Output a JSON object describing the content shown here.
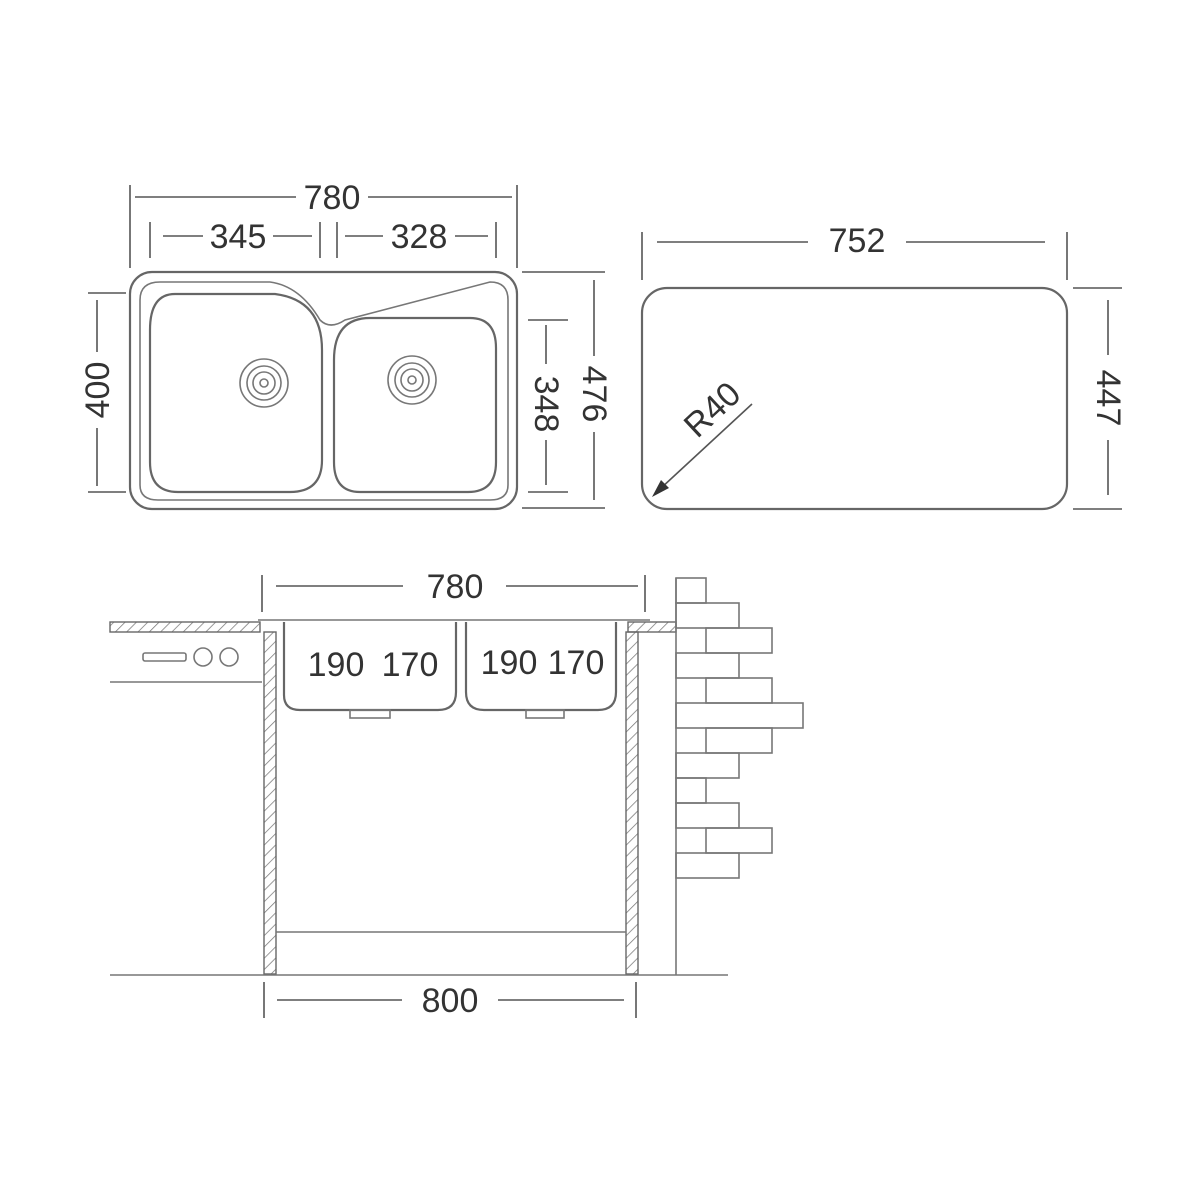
{
  "top_view": {
    "overall_width": "780",
    "left_bowl_width": "345",
    "right_bowl_width": "328",
    "overall_depth": "400",
    "bowl_depth": "348",
    "outer_depth": "476"
  },
  "cutout_view": {
    "width": "752",
    "depth": "447",
    "corner_radius": "R40"
  },
  "section_view": {
    "top_width": "780",
    "left_bowl_depth_a": "190",
    "left_bowl_depth_b": "170",
    "right_bowl_depth_a": "190",
    "right_bowl_depth_b": "170",
    "cabinet_width": "800"
  },
  "colors": {
    "line": "#666666",
    "text": "#333333",
    "background": "#ffffff"
  }
}
